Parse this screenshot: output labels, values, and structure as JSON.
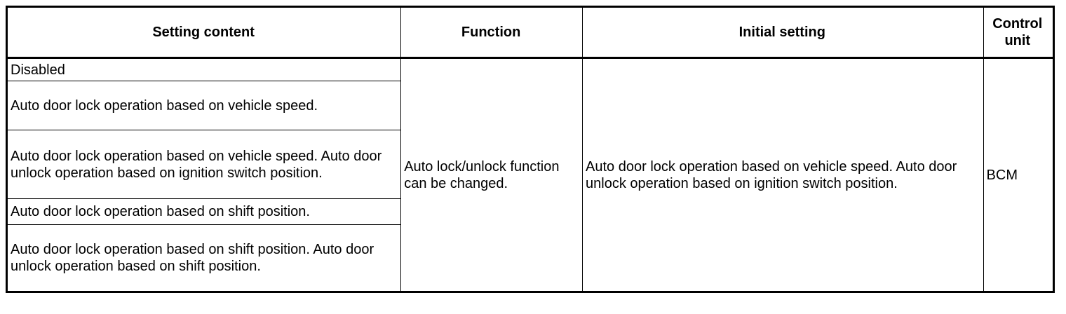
{
  "table": {
    "headers": {
      "setting_content": "Setting content",
      "function": "Function",
      "initial_setting": "Initial setting",
      "control_unit": "Control unit"
    },
    "setting_rows": [
      "Disabled",
      "Auto door lock operation based on vehicle speed.",
      "Auto door lock operation based on vehicle speed. Auto door unlock operation based on ignition switch position.",
      "Auto door lock operation based on shift position.",
      "Auto door lock operation based on shift position. Auto door unlock operation based on shift position."
    ],
    "function": "Auto lock/unlock function can be changed.",
    "initial_setting": "Auto door lock operation based on vehicle speed. Auto door unlock operation based on ignition switch position.",
    "control_unit": "BCM"
  }
}
